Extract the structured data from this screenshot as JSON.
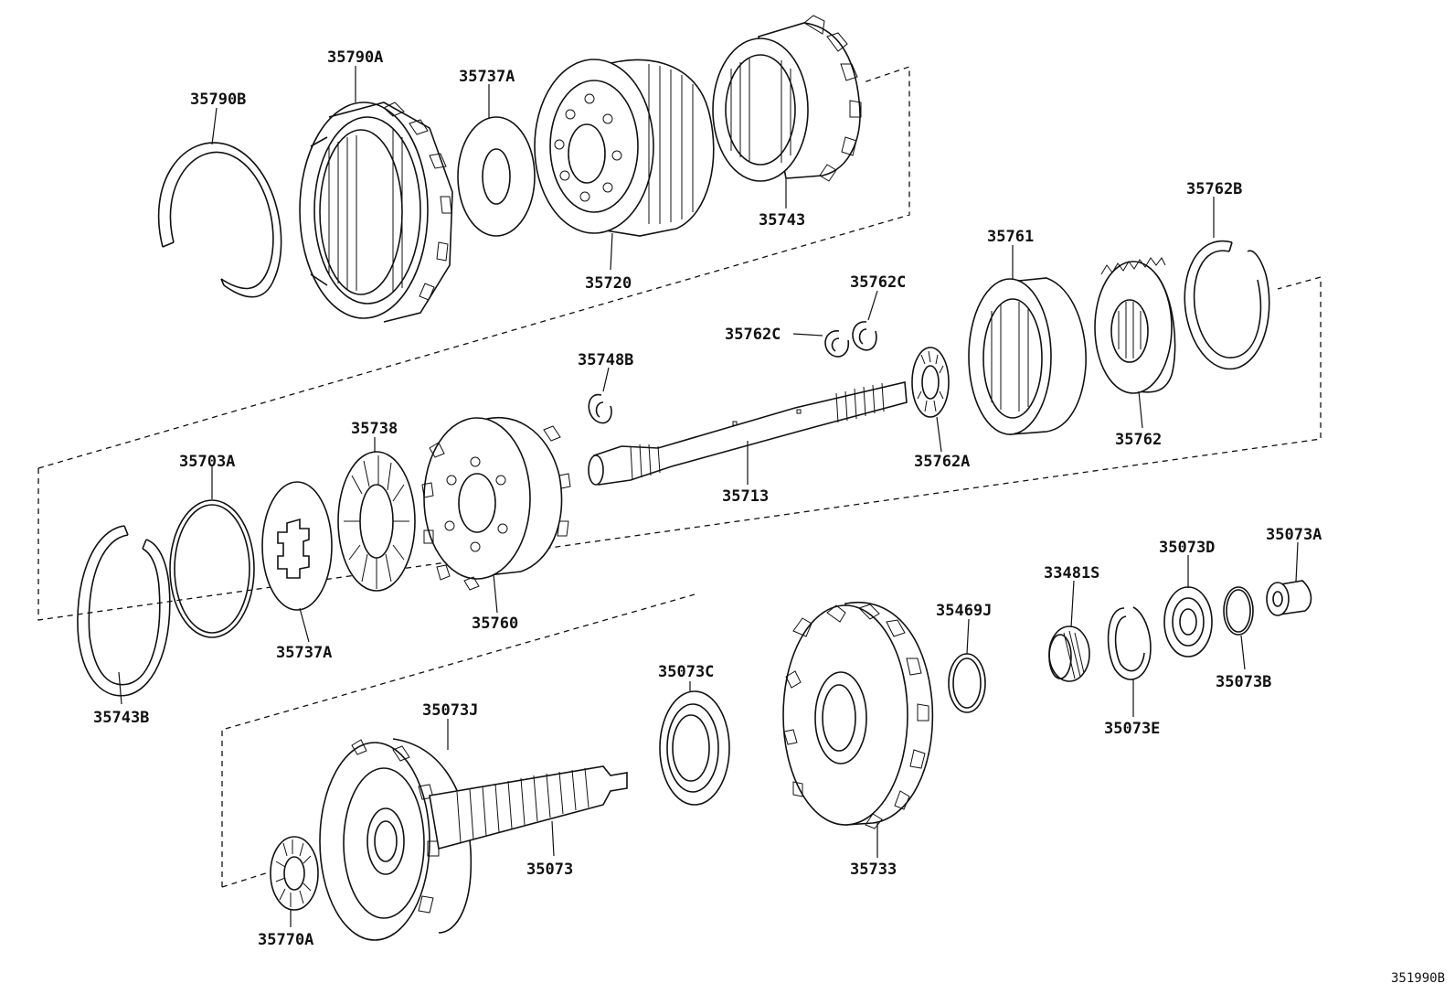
{
  "diagram": {
    "reference_code": "351990B",
    "parts": [
      {
        "id": "p35790B",
        "number": "35790B"
      },
      {
        "id": "p35790A",
        "number": "35790A"
      },
      {
        "id": "p35737A_top",
        "number": "35737A"
      },
      {
        "id": "p35720",
        "number": "35720"
      },
      {
        "id": "p35743",
        "number": "35743"
      },
      {
        "id": "p35762B",
        "number": "35762B"
      },
      {
        "id": "p35761",
        "number": "35761"
      },
      {
        "id": "p35762C_a",
        "number": "35762C"
      },
      {
        "id": "p35762C_b",
        "number": "35762C"
      },
      {
        "id": "p35748B",
        "number": "35748B"
      },
      {
        "id": "p35713",
        "number": "35713"
      },
      {
        "id": "p35762A",
        "number": "35762A"
      },
      {
        "id": "p35762",
        "number": "35762"
      },
      {
        "id": "p35738",
        "number": "35738"
      },
      {
        "id": "p35703A",
        "number": "35703A"
      },
      {
        "id": "p35737A_mid",
        "number": "35737A"
      },
      {
        "id": "p35760",
        "number": "35760"
      },
      {
        "id": "p35743B",
        "number": "35743B"
      },
      {
        "id": "p35073A",
        "number": "35073A"
      },
      {
        "id": "p35073D",
        "number": "35073D"
      },
      {
        "id": "p33481S",
        "number": "33481S"
      },
      {
        "id": "p35469J",
        "number": "35469J"
      },
      {
        "id": "p35073B",
        "number": "35073B"
      },
      {
        "id": "p35073E",
        "number": "35073E"
      },
      {
        "id": "p35073C",
        "number": "35073C"
      },
      {
        "id": "p35073J",
        "number": "35073J"
      },
      {
        "id": "p35073",
        "number": "35073"
      },
      {
        "id": "p35733",
        "number": "35733"
      },
      {
        "id": "p35770A",
        "number": "35770A"
      }
    ]
  }
}
